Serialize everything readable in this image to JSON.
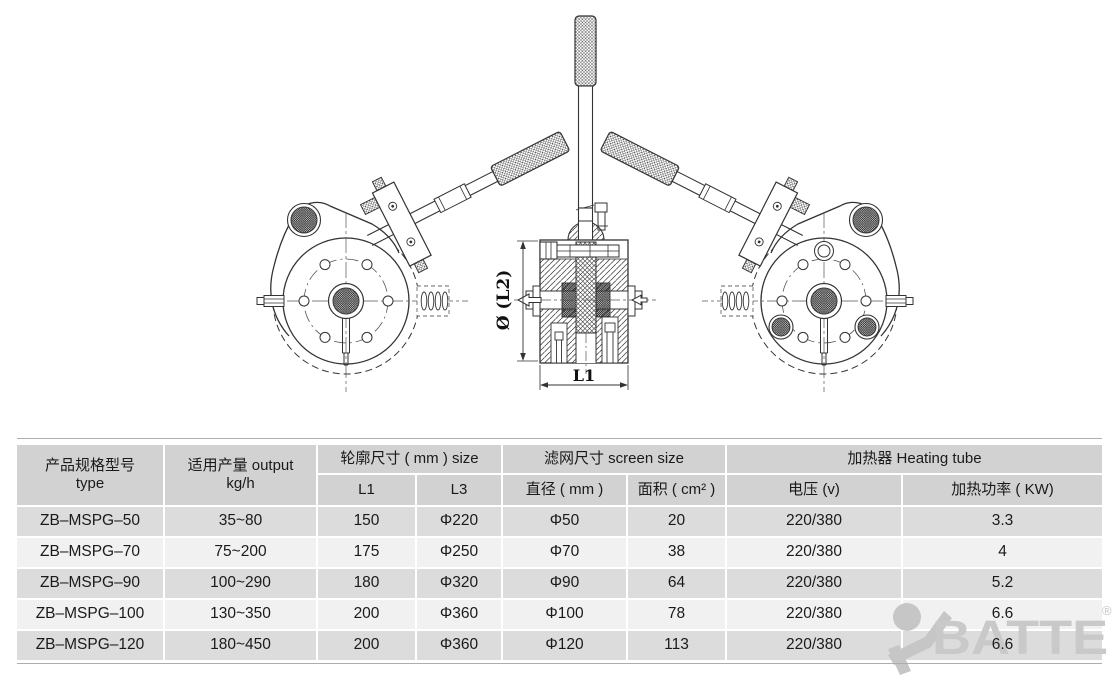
{
  "diagram": {
    "dim_label_l2": "Ø (L2)",
    "dim_label_l1": "L1"
  },
  "watermark": {
    "brand": "BATTE",
    "registered": "®"
  },
  "table": {
    "headers": {
      "type_line1": "产品规格型号",
      "type_line2": "type",
      "output_line1": "适用产量 output",
      "output_line2": "kg/h",
      "outline_size": "轮廓尺寸 ( mm ) size",
      "l1": "L1",
      "l3": "L3",
      "screen_size": "滤网尺寸 screen size",
      "diameter": "直径 ( mm )",
      "area": "面积 ( cm² )",
      "heating": "加热器 Heating tube",
      "voltage": "电压 (v)",
      "power": "加热功率 ( KW)"
    },
    "rows": [
      [
        "ZB–MSPG–50",
        "35~80",
        "150",
        "Φ220",
        "Φ50",
        "20",
        "220/380",
        "3.3"
      ],
      [
        "ZB–MSPG–70",
        "75~200",
        "175",
        "Φ250",
        "Φ70",
        "38",
        "220/380",
        "4"
      ],
      [
        "ZB–MSPG–90",
        "100~290",
        "180",
        "Φ320",
        "Φ90",
        "64",
        "220/380",
        "5.2"
      ],
      [
        "ZB–MSPG–100",
        "130~350",
        "200",
        "Φ360",
        "Φ100",
        "78",
        "220/380",
        "6.6"
      ],
      [
        "ZB–MSPG–120",
        "180~450",
        "200",
        "Φ360",
        "Φ120",
        "113",
        "220/380",
        "6.6"
      ]
    ]
  }
}
